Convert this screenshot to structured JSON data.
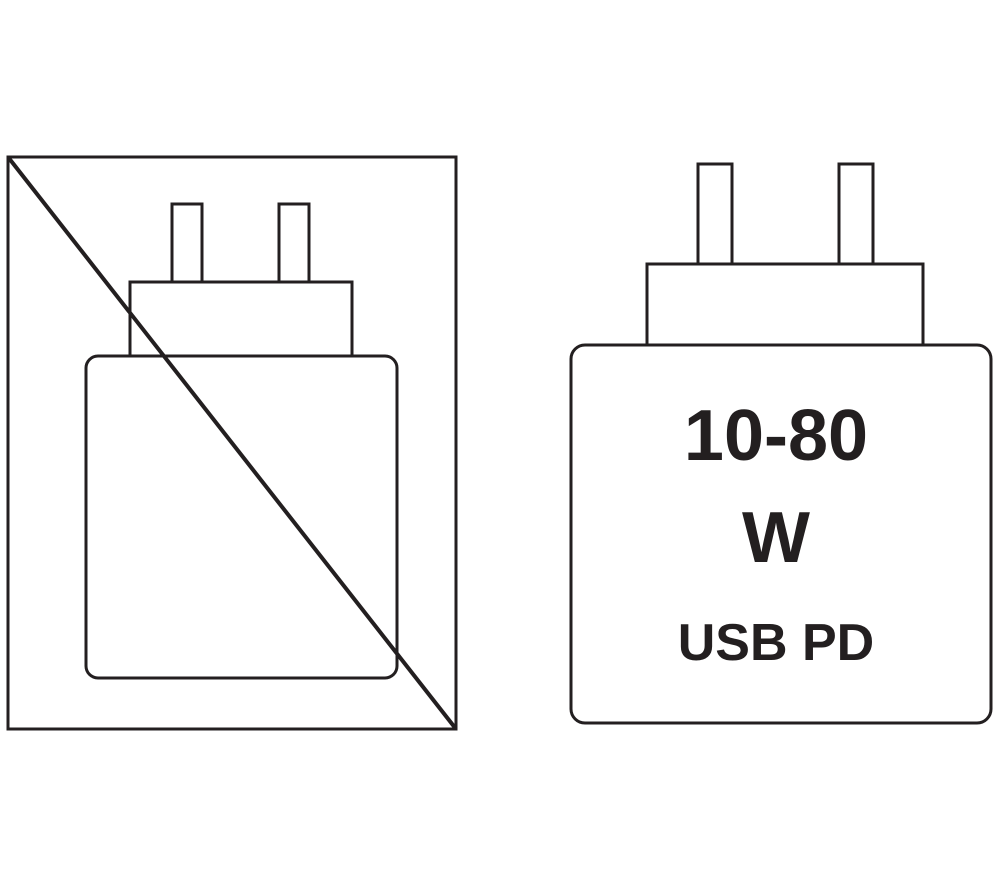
{
  "colors": {
    "stroke": "#231f20",
    "background": "#ffffff",
    "panel_fill": "#ffffff"
  },
  "left_panel": {
    "icon": "crossed-out-charger-icon",
    "meaning": "charger-not-included"
  },
  "right_panel": {
    "icon": "usb-charger-icon",
    "power_range": "10-80",
    "unit": "W",
    "standard": "USB PD"
  }
}
